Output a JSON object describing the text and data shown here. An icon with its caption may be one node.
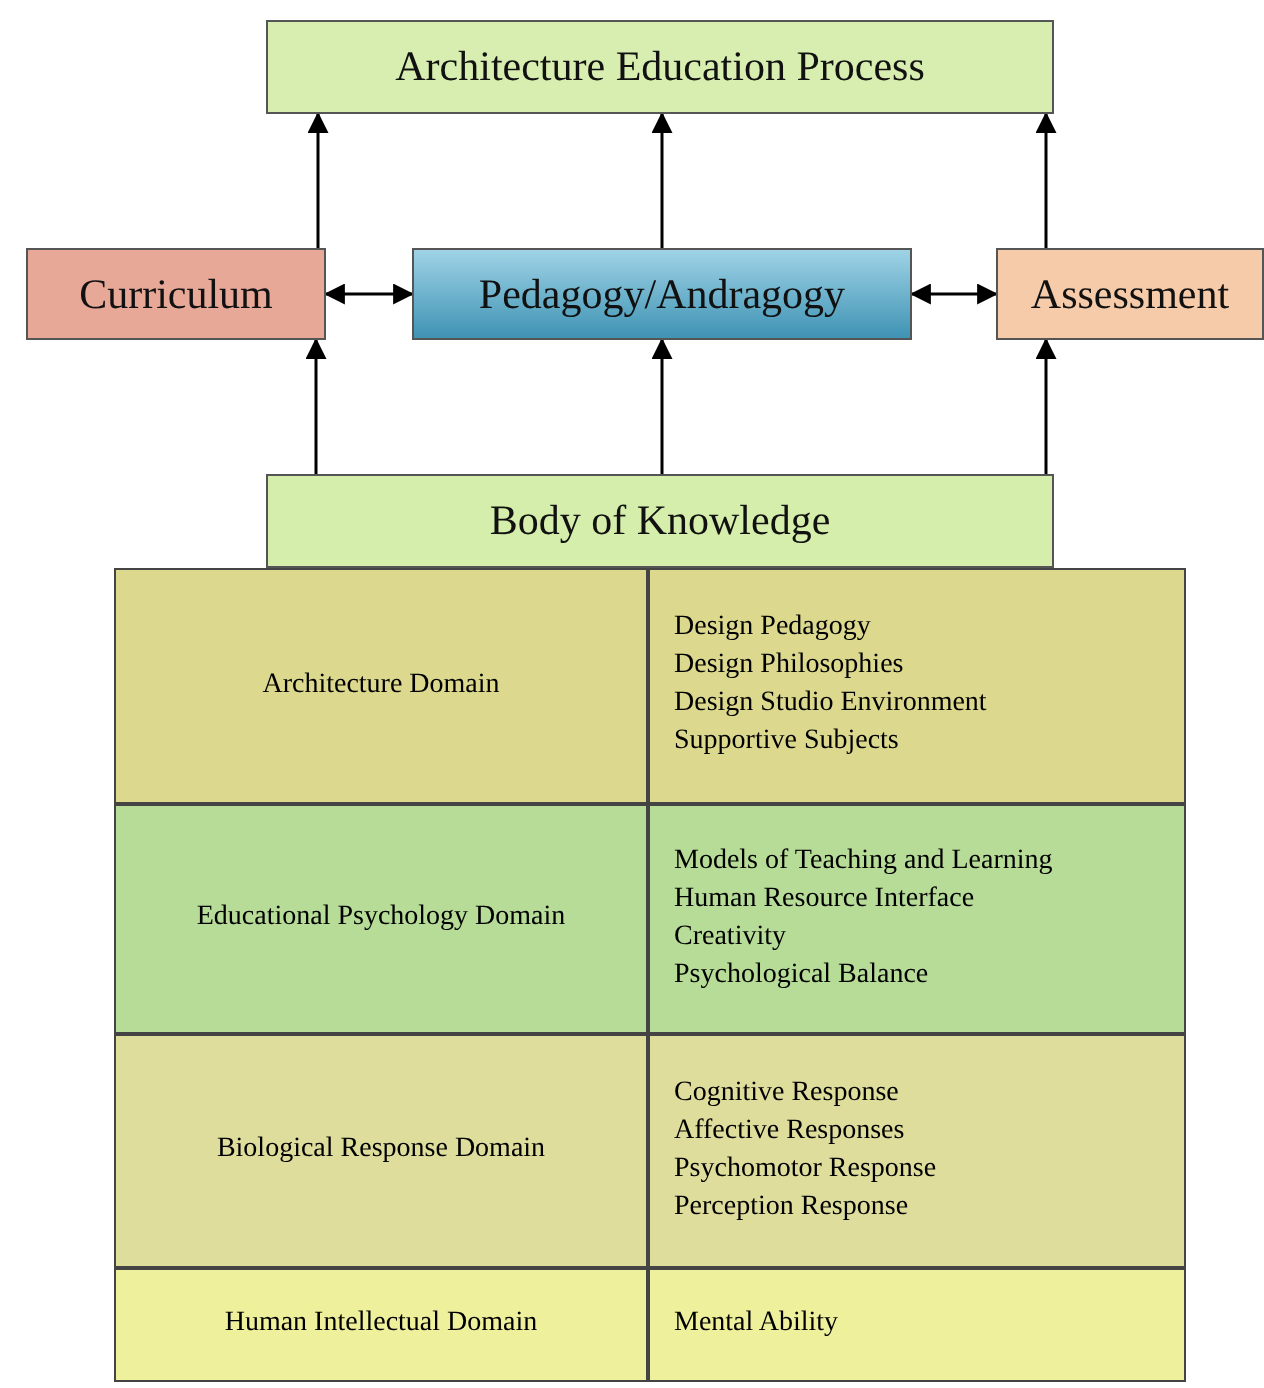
{
  "diagram": {
    "nodes": [
      {
        "text": [
          "Architecture Education Process"
        ]
      },
      {
        "text": [
          "Curriculum"
        ]
      },
      {
        "text": [
          "Pedagogy/Andragogy"
        ]
      },
      {
        "text": [
          "Assessment"
        ]
      },
      {
        "text": [
          "Body of Knowledge"
        ]
      }
    ],
    "edges": [
      {
        "from": 1,
        "to": 0,
        "arrow": "to"
      },
      {
        "from": 2,
        "to": 0,
        "arrow": "to"
      },
      {
        "from": 3,
        "to": 0,
        "arrow": "to"
      },
      {
        "from": 1,
        "to": 2,
        "arrow": "both"
      },
      {
        "from": 2,
        "to": 3,
        "arrow": "both"
      },
      {
        "from": 4,
        "to": 1,
        "arrow": "to"
      },
      {
        "from": 4,
        "to": 2,
        "arrow": "to"
      },
      {
        "from": 4,
        "to": 3,
        "arrow": "to"
      }
    ],
    "labels": [
      "Architecture Domain",
      "Design Pedagogy",
      "Design Philosophies",
      "Design Studio Environment",
      "Supportive Subjects",
      "Educational Psychology Domain",
      "Models of Teaching and Learning",
      "Human Resource Interface",
      "Creativity",
      "Psychological Balance",
      "Biological Response Domain",
      "Cognitive Response",
      "Affective Responses",
      "Psychomotor Response",
      "Perception Response",
      "Human Intellectual Domain",
      "Mental Ability"
    ]
  }
}
